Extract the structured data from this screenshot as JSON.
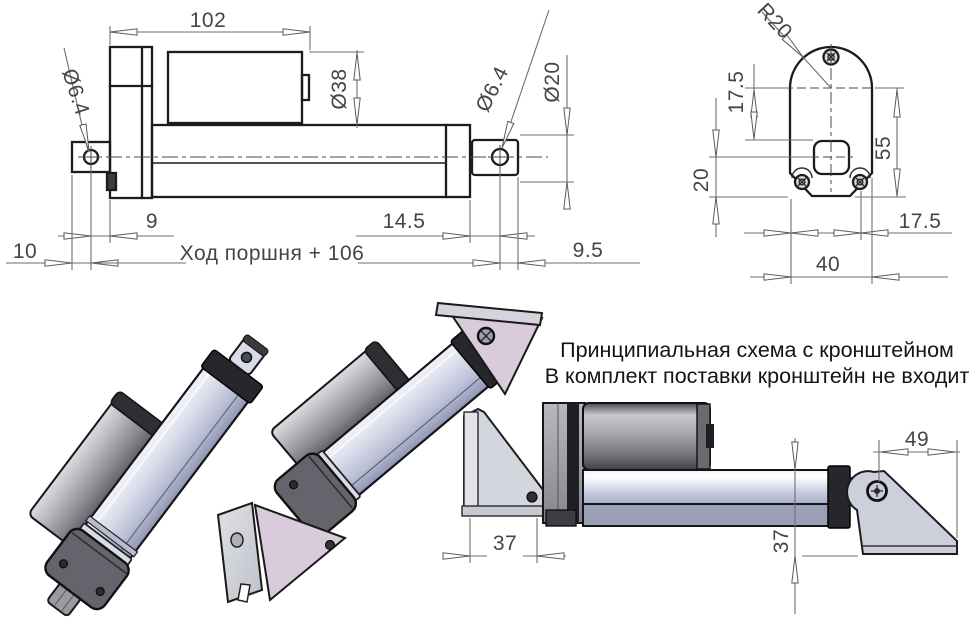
{
  "title_note": {
    "line1": "Принципиальная схема с кронштейном",
    "line2": "В комплект поставки кронштейн не входит"
  },
  "side_view": {
    "dim_body_length": "102",
    "dim_front_hole_dia": "Ø6.4",
    "dim_motor_dia": "Ø38",
    "dim_rod_hole_dia": "Ø6.4",
    "dim_rod_end_dia": "Ø20",
    "dim_front_pin_offset": "9",
    "dim_rod_end_offset": "14.5",
    "dim_front_edge_offset": "10",
    "dim_stroke_note": "Ход поршня + 106",
    "dim_rear_offset": "9.5"
  },
  "end_view": {
    "dim_top_radius": "R20",
    "dim_center_to_hole": "17.5",
    "dim_hole_to_base": "20",
    "dim_total_height": "55",
    "dim_screw_spacing": "17.5",
    "dim_width": "40"
  },
  "bracket_view": {
    "dim_front_bracket_width": "37",
    "dim_axis_height": "37",
    "dim_rear_bracket_length": "49"
  },
  "palette": {
    "line": "#1c1c1c",
    "dim_line": "#6e6e6e",
    "text": "#3a3a3a",
    "tube_lavender": "#c9cde0",
    "motor_gray": "#9a9aa0",
    "collar_black": "#26262b",
    "bracket_gray": "#d4d6de",
    "bracket_pink": "#d9cbdb",
    "background": "#ffffff"
  }
}
